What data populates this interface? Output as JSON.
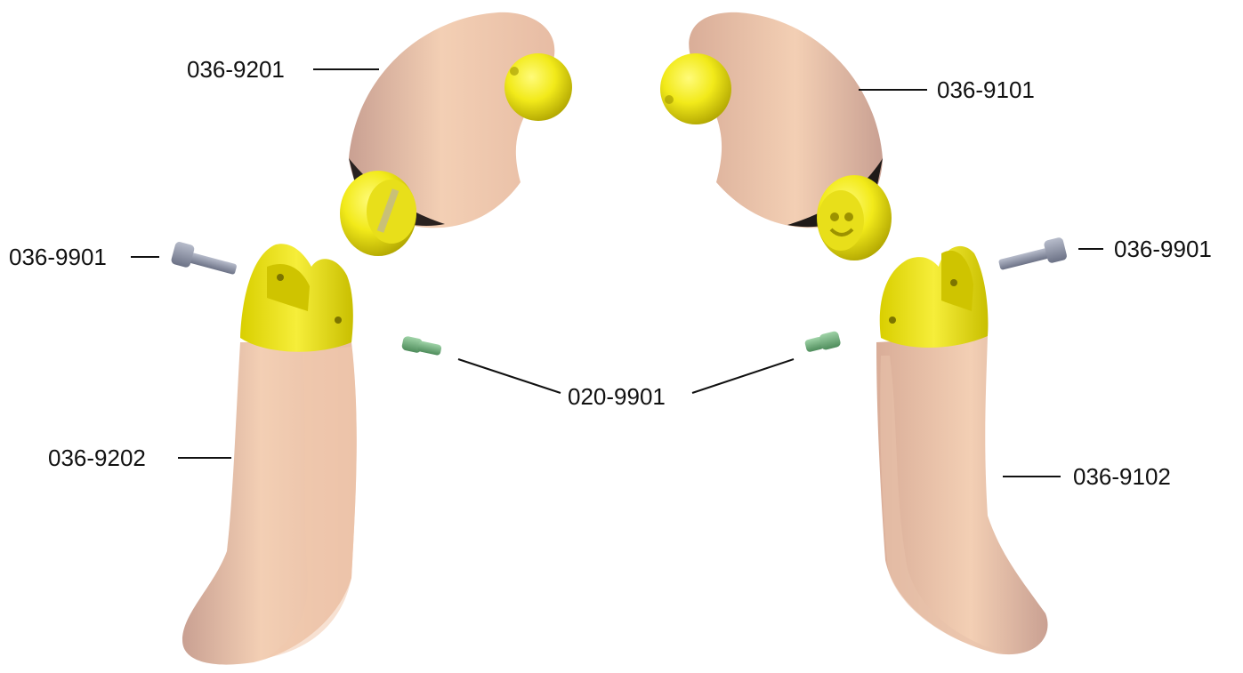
{
  "callouts": {
    "left_thigh": "036-9201",
    "right_thigh": "036-9101",
    "left_screw": "036-9901",
    "right_screw": "036-9901",
    "pin": "020-9901",
    "left_shin": "036-9202",
    "right_shin": "036-9102"
  },
  "colors": {
    "skin": "#f0c9ad",
    "skin_shadow": "#b99184",
    "yellow": "#f2ea1a",
    "yellow_shadow": "#b8ad00",
    "screw": "#8b93a6",
    "pin": "#6fae7c",
    "line": "#111111"
  },
  "icons": {
    "thigh": "leg-thigh-shape",
    "shin": "leg-shin-shape",
    "screw": "hex-screw-icon",
    "pin": "pin-icon"
  }
}
